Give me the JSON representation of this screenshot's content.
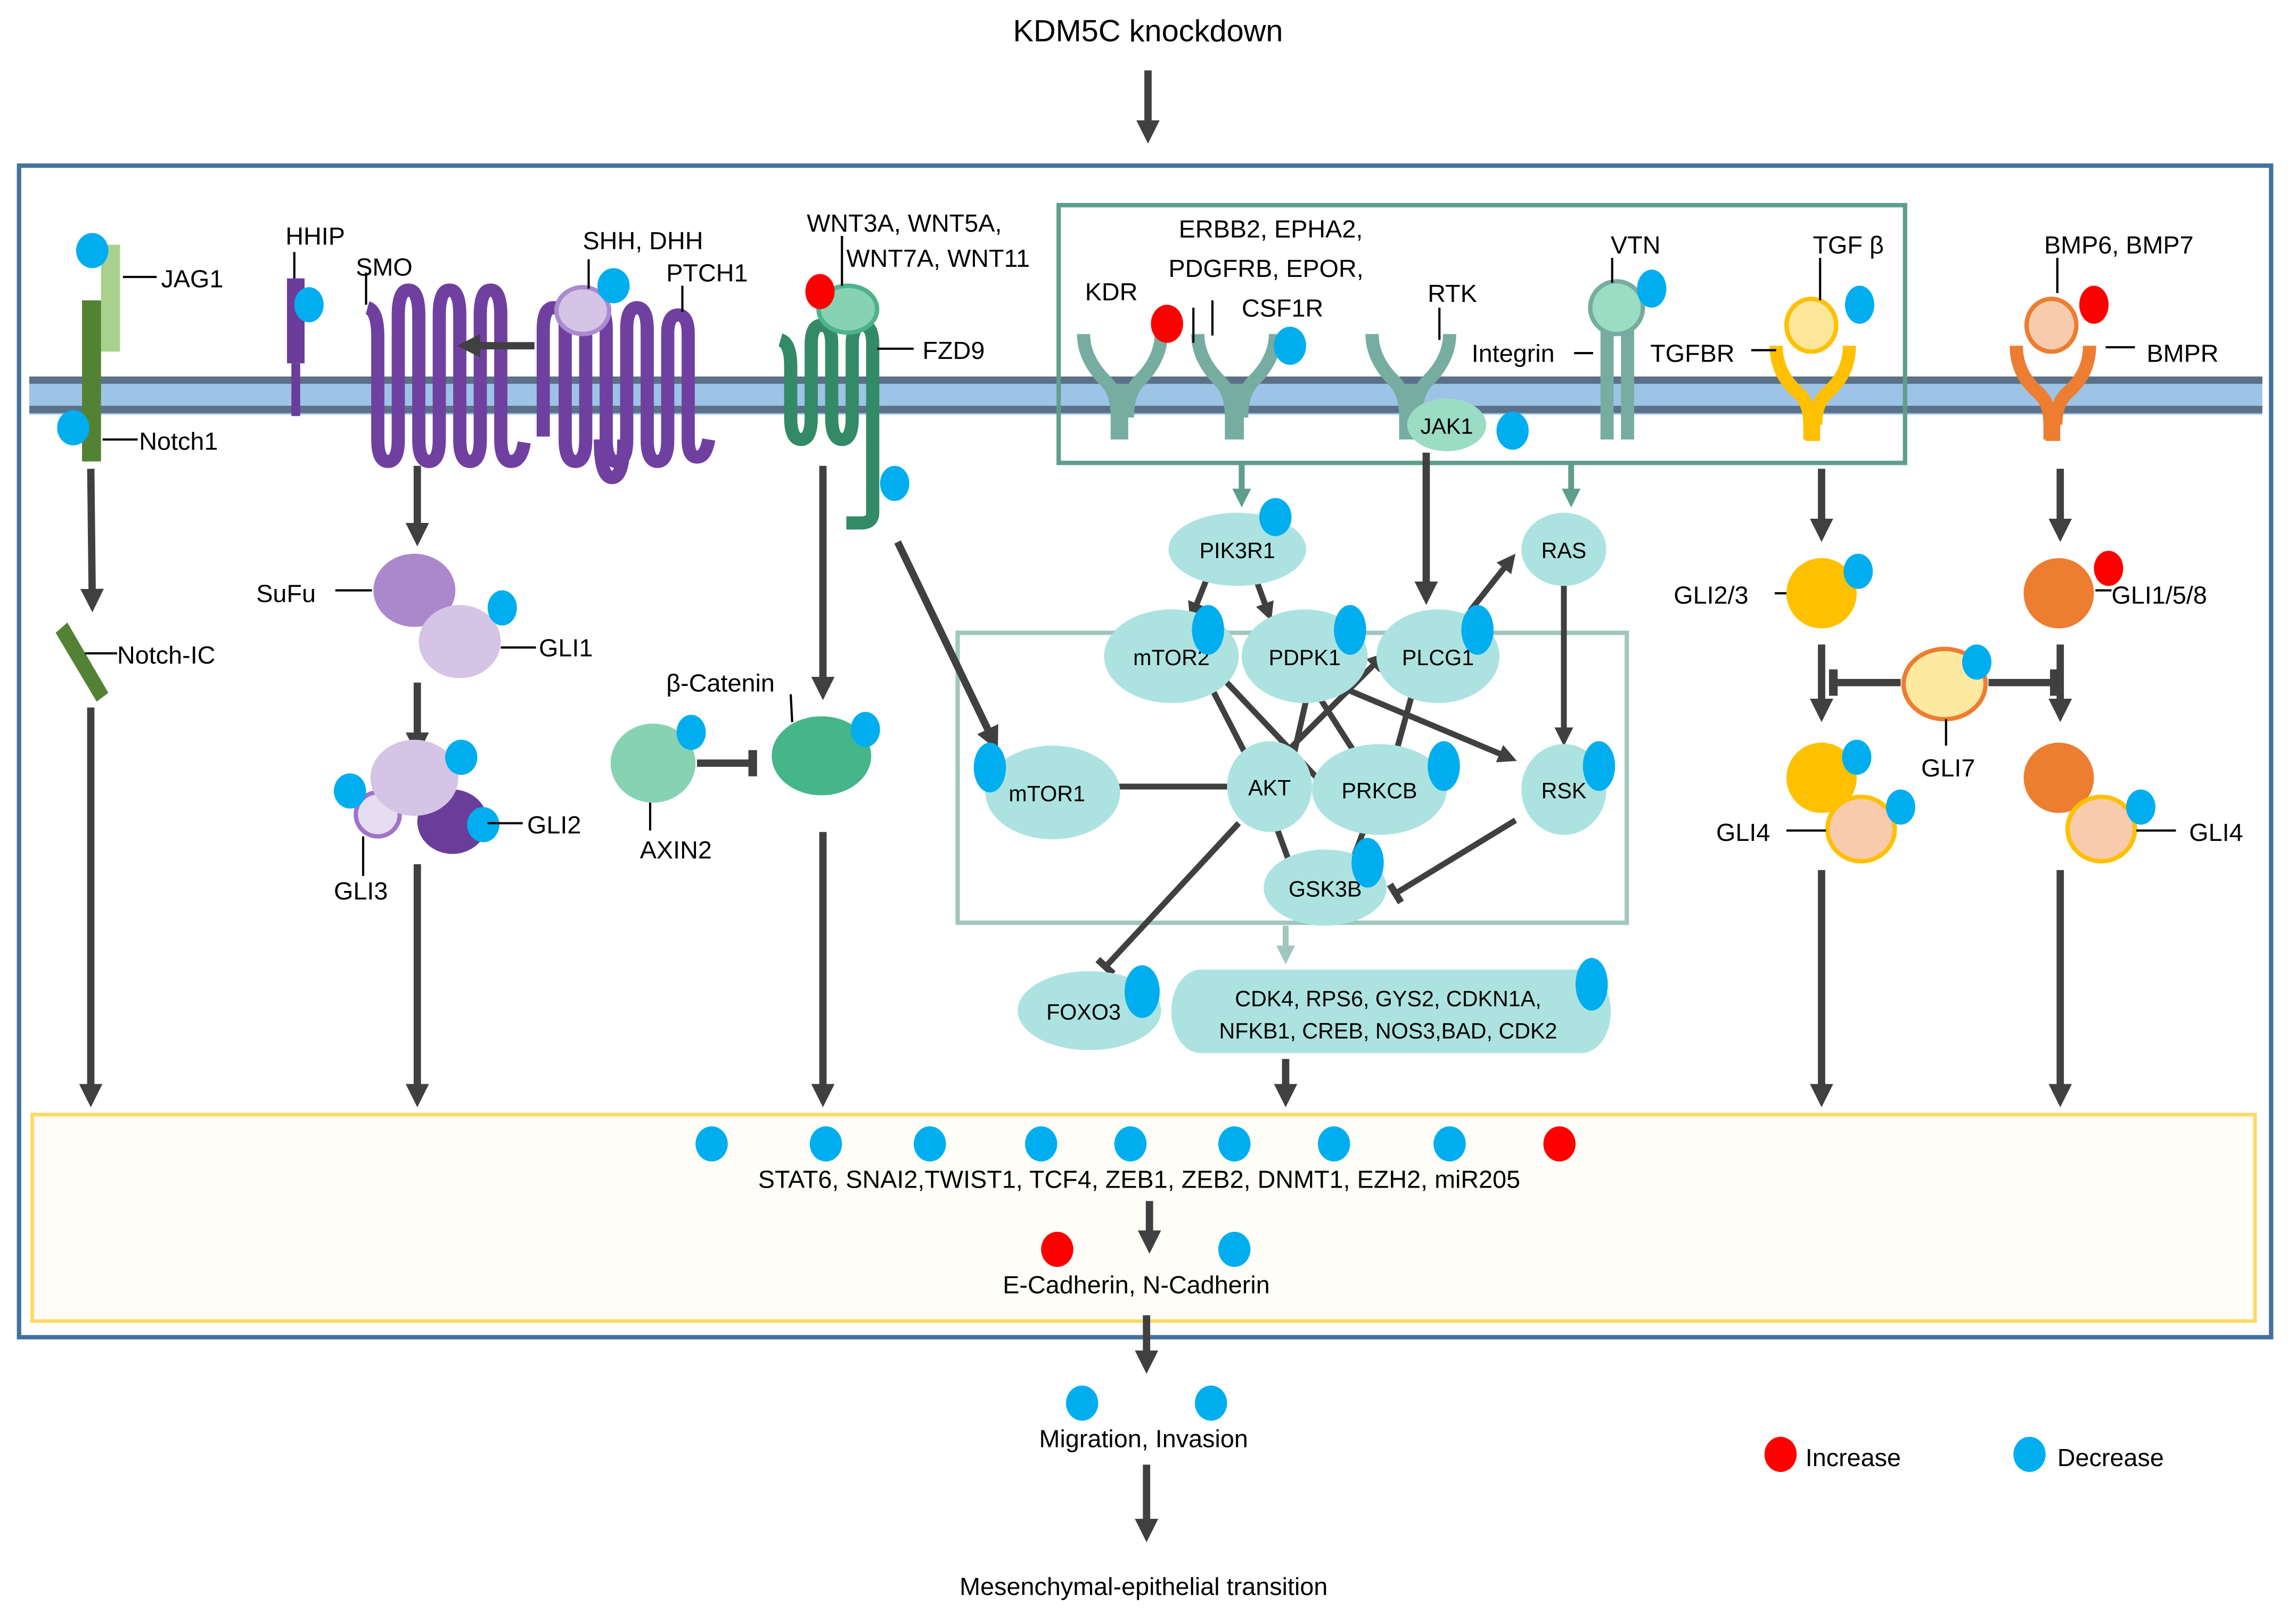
{
  "title": "KDM5C knockdown",
  "outcome_1": "Migration, Invasion",
  "outcome_2": "Mesenchymal-epithelial transition",
  "legend": {
    "increase_label": "Increase",
    "decrease_label": "Decrease",
    "increase_color": "#ff0000",
    "decrease_color": "#00aeef"
  },
  "colors": {
    "cell_border": "#44729e",
    "membrane_outer": "#5b7189",
    "membrane_inner": "#9dc3e6",
    "rtk_box": "#5f9e8c",
    "kinase_box": "#a0c7be",
    "nucleus_border": "#ffd966",
    "nucleus_fill": "#fffdf8",
    "arrow": "#404040",
    "node_fill": "#ace3e0"
  },
  "notch": {
    "jag1": "JAG1",
    "notch1": "Notch1",
    "notch_ic": "Notch-IC"
  },
  "hedgehog": {
    "hhip": "HHIP",
    "smo": "SMO",
    "ligands": "SHH, DHH",
    "ptch1": "PTCH1",
    "sufu": "SuFu",
    "gli1": "GLI1",
    "gli2": "GLI2",
    "gli3": "GLI3"
  },
  "wnt": {
    "ligands_line1": "WNT3A, WNT5A,",
    "ligands_line2": "WNT7A, WNT11",
    "fzd9": "FZD9",
    "beta_catenin": "β-Catenin",
    "axin2": "AXIN2"
  },
  "rtk": {
    "kdr": "KDR",
    "erbb_line1": "ERBB2, EPHA2,",
    "erbb_line2": "PDGFRB, EPOR,",
    "erbb_line3": "CSF1R",
    "rtk": "RTK",
    "vtn": "VTN",
    "integrin": "Integrin",
    "jak1": "JAK1"
  },
  "tgf": {
    "ligand": "TGF β",
    "receptor": "TGFBR",
    "gli23": "GLI2/3",
    "gli4_left": "GLI4",
    "gli7": "GLI7"
  },
  "bmp": {
    "ligands": "BMP6, BMP7",
    "receptor": "BMPR",
    "gli158": "GLI1/5/8",
    "gli4_right": "GLI4"
  },
  "kinases": {
    "pik3r1": "PIK3R1",
    "ras": "RAS",
    "mtor2": "mTOR2",
    "pdpk1": "PDPK1",
    "plcg1": "PLCG1",
    "mtor1": "mTOR1",
    "akt": "AKT",
    "prkcb": "PRKCB",
    "rsk": "RSK",
    "gsk3b": "GSK3B",
    "foxo3": "FOXO3",
    "targets_line1": "CDK4, RPS6, GYS2, CDKN1A,",
    "targets_line2": "NFKB1, CREB, NOS3,BAD, CDK2"
  },
  "nucleus": {
    "tf_line": "STAT6, SNAI2,TWIST1, TCF4, ZEB1, ZEB2, DNMT1, EZH2, miR205",
    "tf_changes": [
      "decrease",
      "decrease",
      "decrease",
      "decrease",
      "decrease",
      "decrease",
      "decrease",
      "decrease",
      "increase"
    ],
    "cadherin_line": "E-Cadherin, N-Cadherin",
    "cadherin_changes": [
      "increase",
      "decrease"
    ]
  },
  "outcome_changes": [
    "decrease",
    "decrease"
  ]
}
